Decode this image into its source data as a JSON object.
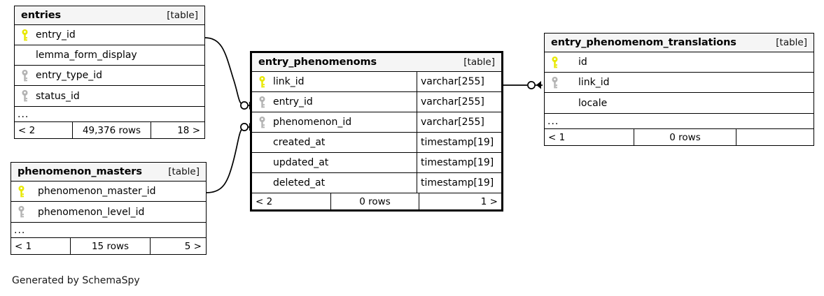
{
  "diagram": {
    "tool": "SchemaSpy",
    "credit": "Generated by SchemaSpy",
    "table_tag": "[table]",
    "ellipsis": "...",
    "colors": {
      "primary_key": "#e8e800",
      "foreign_key": "#b3b3b3",
      "border": "#000000",
      "header_background": "#f5f5f5",
      "page_background": "#ffffff"
    }
  },
  "tables": {
    "entries": {
      "name": "entries",
      "tag": "[table]",
      "focus": false,
      "columns": [
        {
          "name": "entry_id",
          "key": "primary",
          "type": ""
        },
        {
          "name": "lemma_form_display",
          "key": "none",
          "type": ""
        },
        {
          "name": "entry_type_id",
          "key": "foreign",
          "type": ""
        },
        {
          "name": "status_id",
          "key": "foreign",
          "type": ""
        }
      ],
      "more": "...",
      "footer": {
        "prev": "< 2",
        "rows": "49,376 rows",
        "next": "18 >"
      }
    },
    "phenomenon_masters": {
      "name": "phenomenon_masters",
      "tag": "[table]",
      "focus": false,
      "columns": [
        {
          "name": "phenomenon_master_id",
          "key": "primary",
          "type": ""
        },
        {
          "name": "phenomenon_level_id",
          "key": "foreign",
          "type": ""
        }
      ],
      "more": "...",
      "footer": {
        "prev": "< 1",
        "rows": "15 rows",
        "next": "5 >"
      }
    },
    "entry_phenomenoms": {
      "name": "entry_phenomenoms",
      "tag": "[table]",
      "focus": true,
      "columns": [
        {
          "name": "link_id",
          "key": "primary",
          "type": "varchar[255]"
        },
        {
          "name": "entry_id",
          "key": "foreign",
          "type": "varchar[255]"
        },
        {
          "name": "phenomenon_id",
          "key": "foreign",
          "type": "varchar[255]"
        },
        {
          "name": "created_at",
          "key": "none",
          "type": "timestamp[19]"
        },
        {
          "name": "updated_at",
          "key": "none",
          "type": "timestamp[19]"
        },
        {
          "name": "deleted_at",
          "key": "none",
          "type": "timestamp[19]"
        }
      ],
      "more": "",
      "footer": {
        "prev": "< 2",
        "rows": "0 rows",
        "next": "1 >"
      }
    },
    "entry_phenomenom_translations": {
      "name": "entry_phenomenom_translations",
      "tag": "[table]",
      "focus": false,
      "columns": [
        {
          "name": "id",
          "key": "primary",
          "type": ""
        },
        {
          "name": "link_id",
          "key": "foreign",
          "type": ""
        },
        {
          "name": "locale",
          "key": "none",
          "type": ""
        }
      ],
      "more": "...",
      "footer": {
        "prev": "< 1",
        "rows": "0 rows",
        "next": ""
      }
    }
  },
  "relationships": [
    {
      "from_table": "entries",
      "from_column": "entry_id",
      "to_table": "entry_phenomenoms",
      "to_column": "entry_id"
    },
    {
      "from_table": "phenomenon_masters",
      "from_column": "phenomenon_master_id",
      "to_table": "entry_phenomenoms",
      "to_column": "phenomenon_id"
    },
    {
      "from_table": "entry_phenomenoms",
      "from_column": "link_id",
      "to_table": "entry_phenomenom_translations",
      "to_column": "link_id"
    }
  ]
}
